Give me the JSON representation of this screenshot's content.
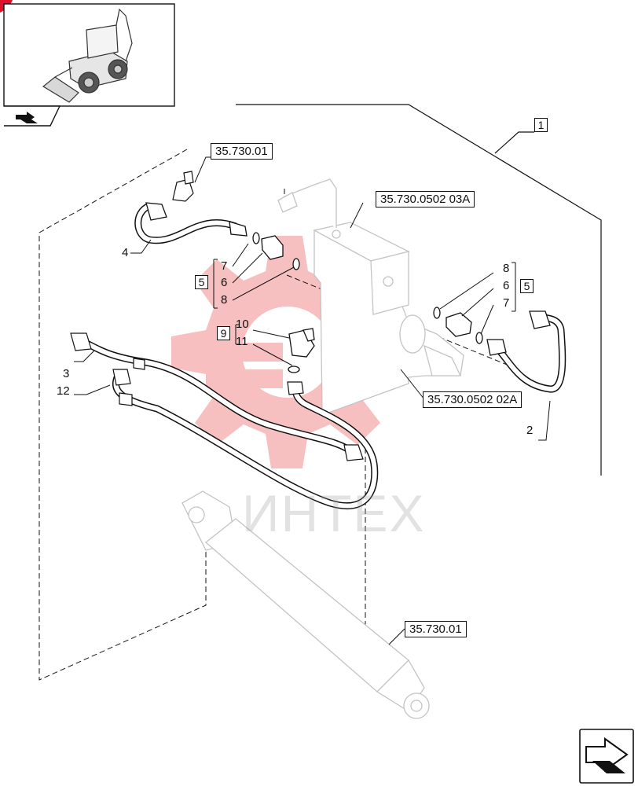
{
  "references": {
    "top_left": "35.730.01",
    "valve_upper": "35.730.0502 03A",
    "valve_lower": "35.730.0502 02A",
    "cylinder": "35.730.01"
  },
  "callouts": {
    "group_1": "1",
    "group_5_left": "5",
    "group_5_right": "5",
    "group_9": "9",
    "item_2": "2",
    "item_3": "3",
    "item_4": "4",
    "item_12": "12",
    "left_7": "7",
    "left_6": "6",
    "left_8": "8",
    "right_8": "8",
    "right_6": "6",
    "right_7": "7",
    "item_10": "10",
    "item_11": "11"
  },
  "watermark": "ИНТЕХ",
  "icons": [
    "backhoe-loader-thumbnail",
    "forward-arrow-icon",
    "page-next-arrow-icon",
    "gear-watermark-icon"
  ],
  "colors": {
    "line": "#111111",
    "ghost": "#b8b8b8",
    "watermark_red": "#f2a0a0",
    "corner_red": "#e0102a"
  }
}
